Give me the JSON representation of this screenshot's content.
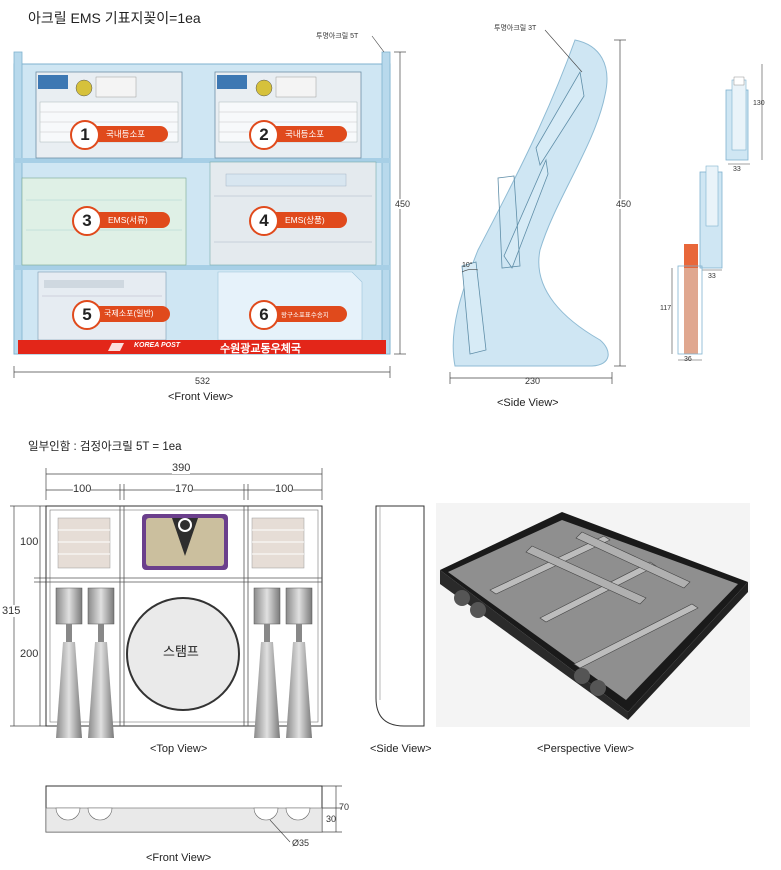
{
  "title": "아크릴 EMS 기표지꽂이=1ea",
  "subtitle": "일부인함 : 검정아크릴 5T = 1ea",
  "top_section": {
    "front_view": {
      "caption": "<Front View>",
      "material_label": "투명아크릴 5T",
      "height": "450",
      "width": "532",
      "slots": [
        {
          "number": "1",
          "label": "국내등소포"
        },
        {
          "number": "2",
          "label": "국내등소포"
        },
        {
          "number": "3",
          "label": "EMS(서류)"
        },
        {
          "number": "4",
          "label": "EMS(상품)"
        },
        {
          "number": "5",
          "label": "국제소포(일반)"
        },
        {
          "number": "6",
          "label": "왕구소포표수송지"
        }
      ],
      "banner_brand": "KOREA POST",
      "banner_office": "수원광교동우체국",
      "banner_color": "#e32619"
    },
    "side_view": {
      "caption": "<Side View>",
      "material_label": "투명아크릴 3T",
      "height": "450",
      "width": "230",
      "angle": "10°"
    },
    "detail": {
      "dim_130": "130",
      "dim_33a": "33",
      "dim_33b": "33",
      "dim_117": "117",
      "dim_36": "36",
      "accent_color": "#e8673a"
    }
  },
  "bottom_section": {
    "top_view": {
      "caption": "<Top View>",
      "total_width": "390",
      "col_left": "100",
      "col_mid": "170",
      "col_right": "100",
      "total_height": "315",
      "row_top": "100",
      "row_bottom": "200",
      "stamp_label": "스탬프"
    },
    "side_view": {
      "caption": "<Side View>"
    },
    "perspective_view": {
      "caption": "<Perspective View>"
    },
    "front_view": {
      "caption": "<Front View>",
      "dim_70": "70",
      "dim_30": "30",
      "dim_dia": "Ø35"
    }
  }
}
